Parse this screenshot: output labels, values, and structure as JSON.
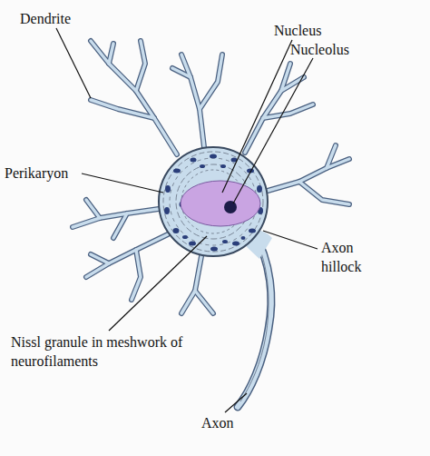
{
  "diagram": {
    "labels": [
      "Dendrite",
      "Nucleus",
      "Nucleolus",
      "Perikaryon",
      "Axon hillock",
      "Nissl granule in meshwork of neurofilaments",
      "Axon"
    ]
  }
}
